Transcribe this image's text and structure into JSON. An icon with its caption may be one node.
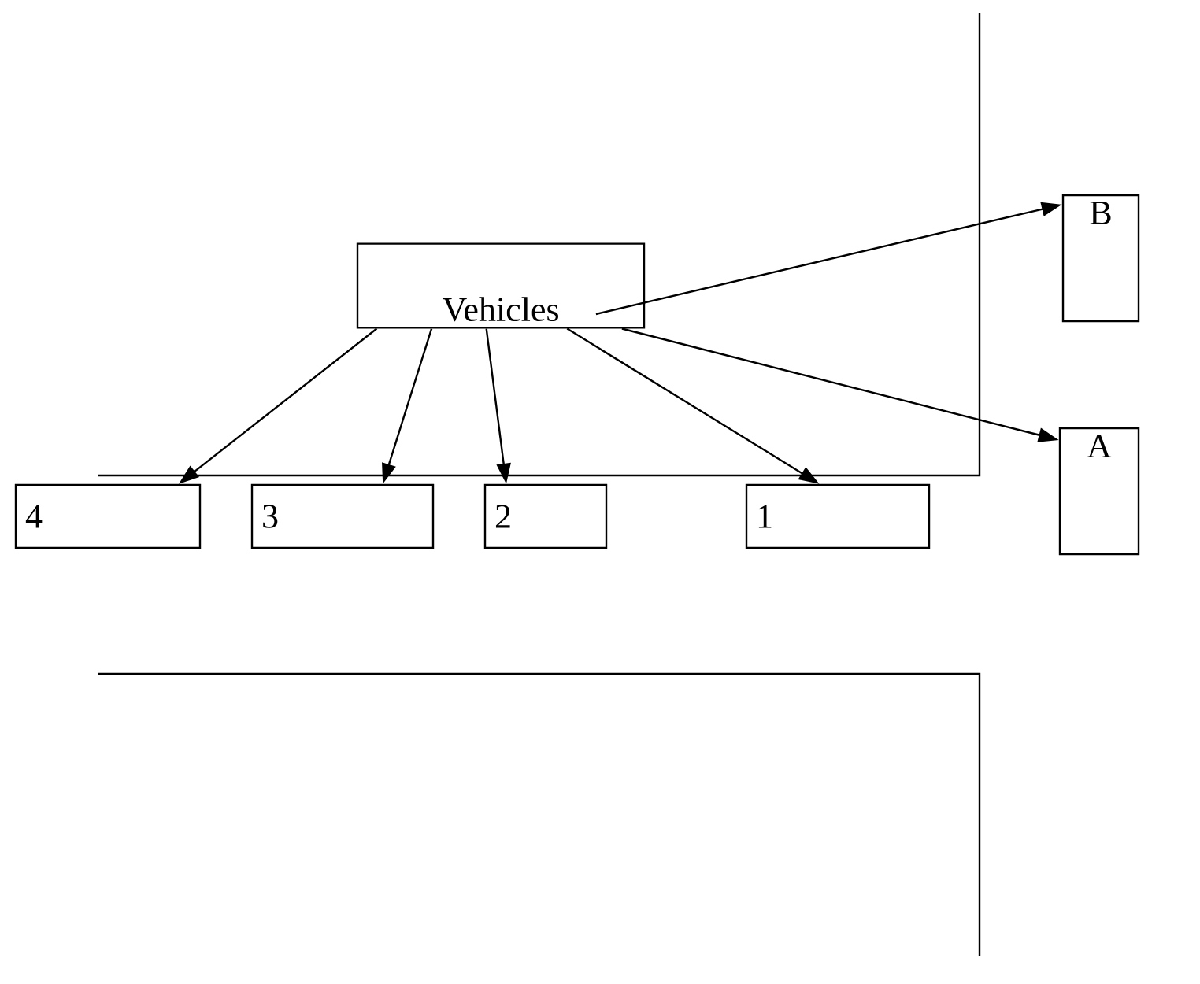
{
  "diagram": {
    "nodes": [
      {
        "text": [
          "Vehicles"
        ]
      },
      {
        "text": [
          "B"
        ]
      },
      {
        "text": [
          "A"
        ]
      },
      {
        "text": [
          "4"
        ]
      },
      {
        "text": [
          "3"
        ]
      },
      {
        "text": [
          "2"
        ]
      },
      {
        "text": [
          "1"
        ]
      }
    ],
    "edges": [
      {
        "from": 0,
        "to": 1,
        "arrow": "to"
      },
      {
        "from": 0,
        "to": 2,
        "arrow": "to"
      },
      {
        "from": 0,
        "to": 3,
        "arrow": "to"
      },
      {
        "from": 0,
        "to": 4,
        "arrow": "to"
      },
      {
        "from": 0,
        "to": 5,
        "arrow": "to"
      },
      {
        "from": 0,
        "to": 6,
        "arrow": "to"
      }
    ]
  }
}
